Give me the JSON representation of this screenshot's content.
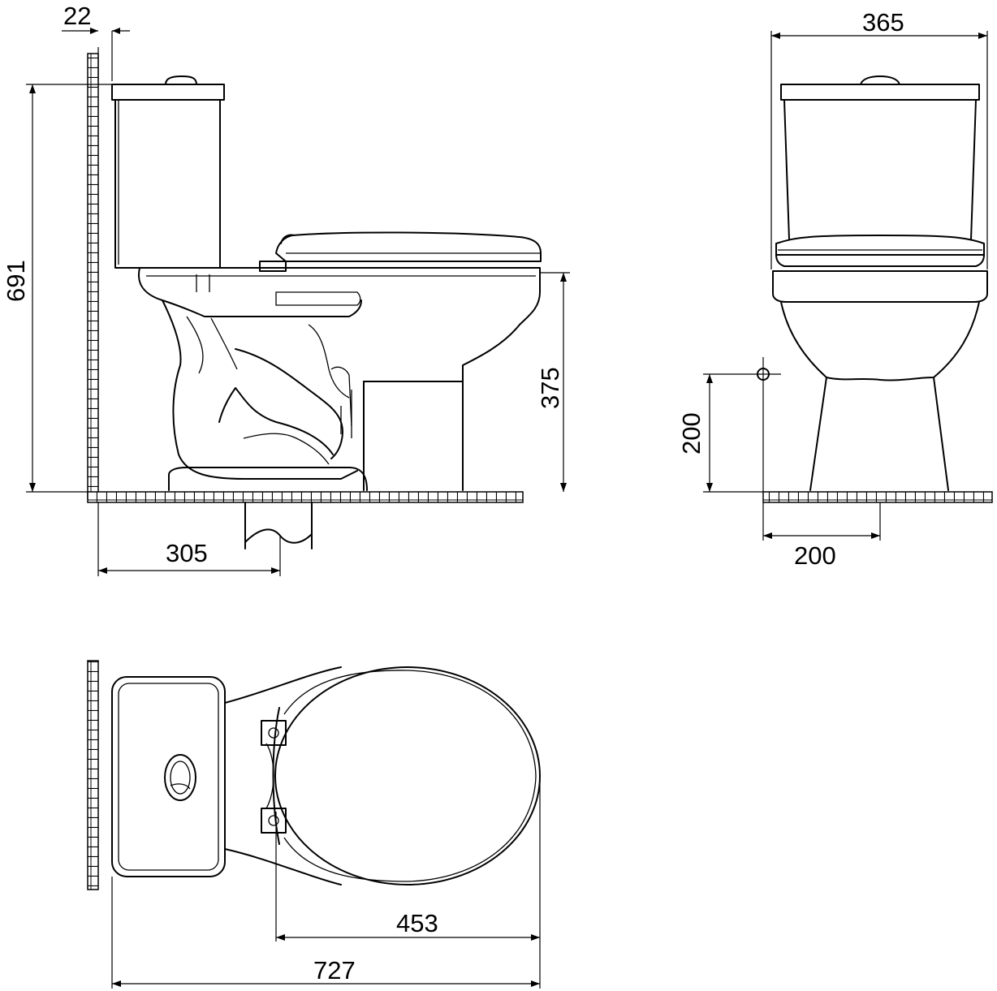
{
  "colors": {
    "line": "#000000",
    "background": "#ffffff"
  },
  "dimensions": {
    "wall_offset": "22",
    "total_height": "691",
    "seat_height": "375",
    "outlet_distance": "305",
    "front_width": "365",
    "inlet_height": "200",
    "inlet_offset": "200",
    "bowl_length": "453",
    "total_length": "727"
  }
}
